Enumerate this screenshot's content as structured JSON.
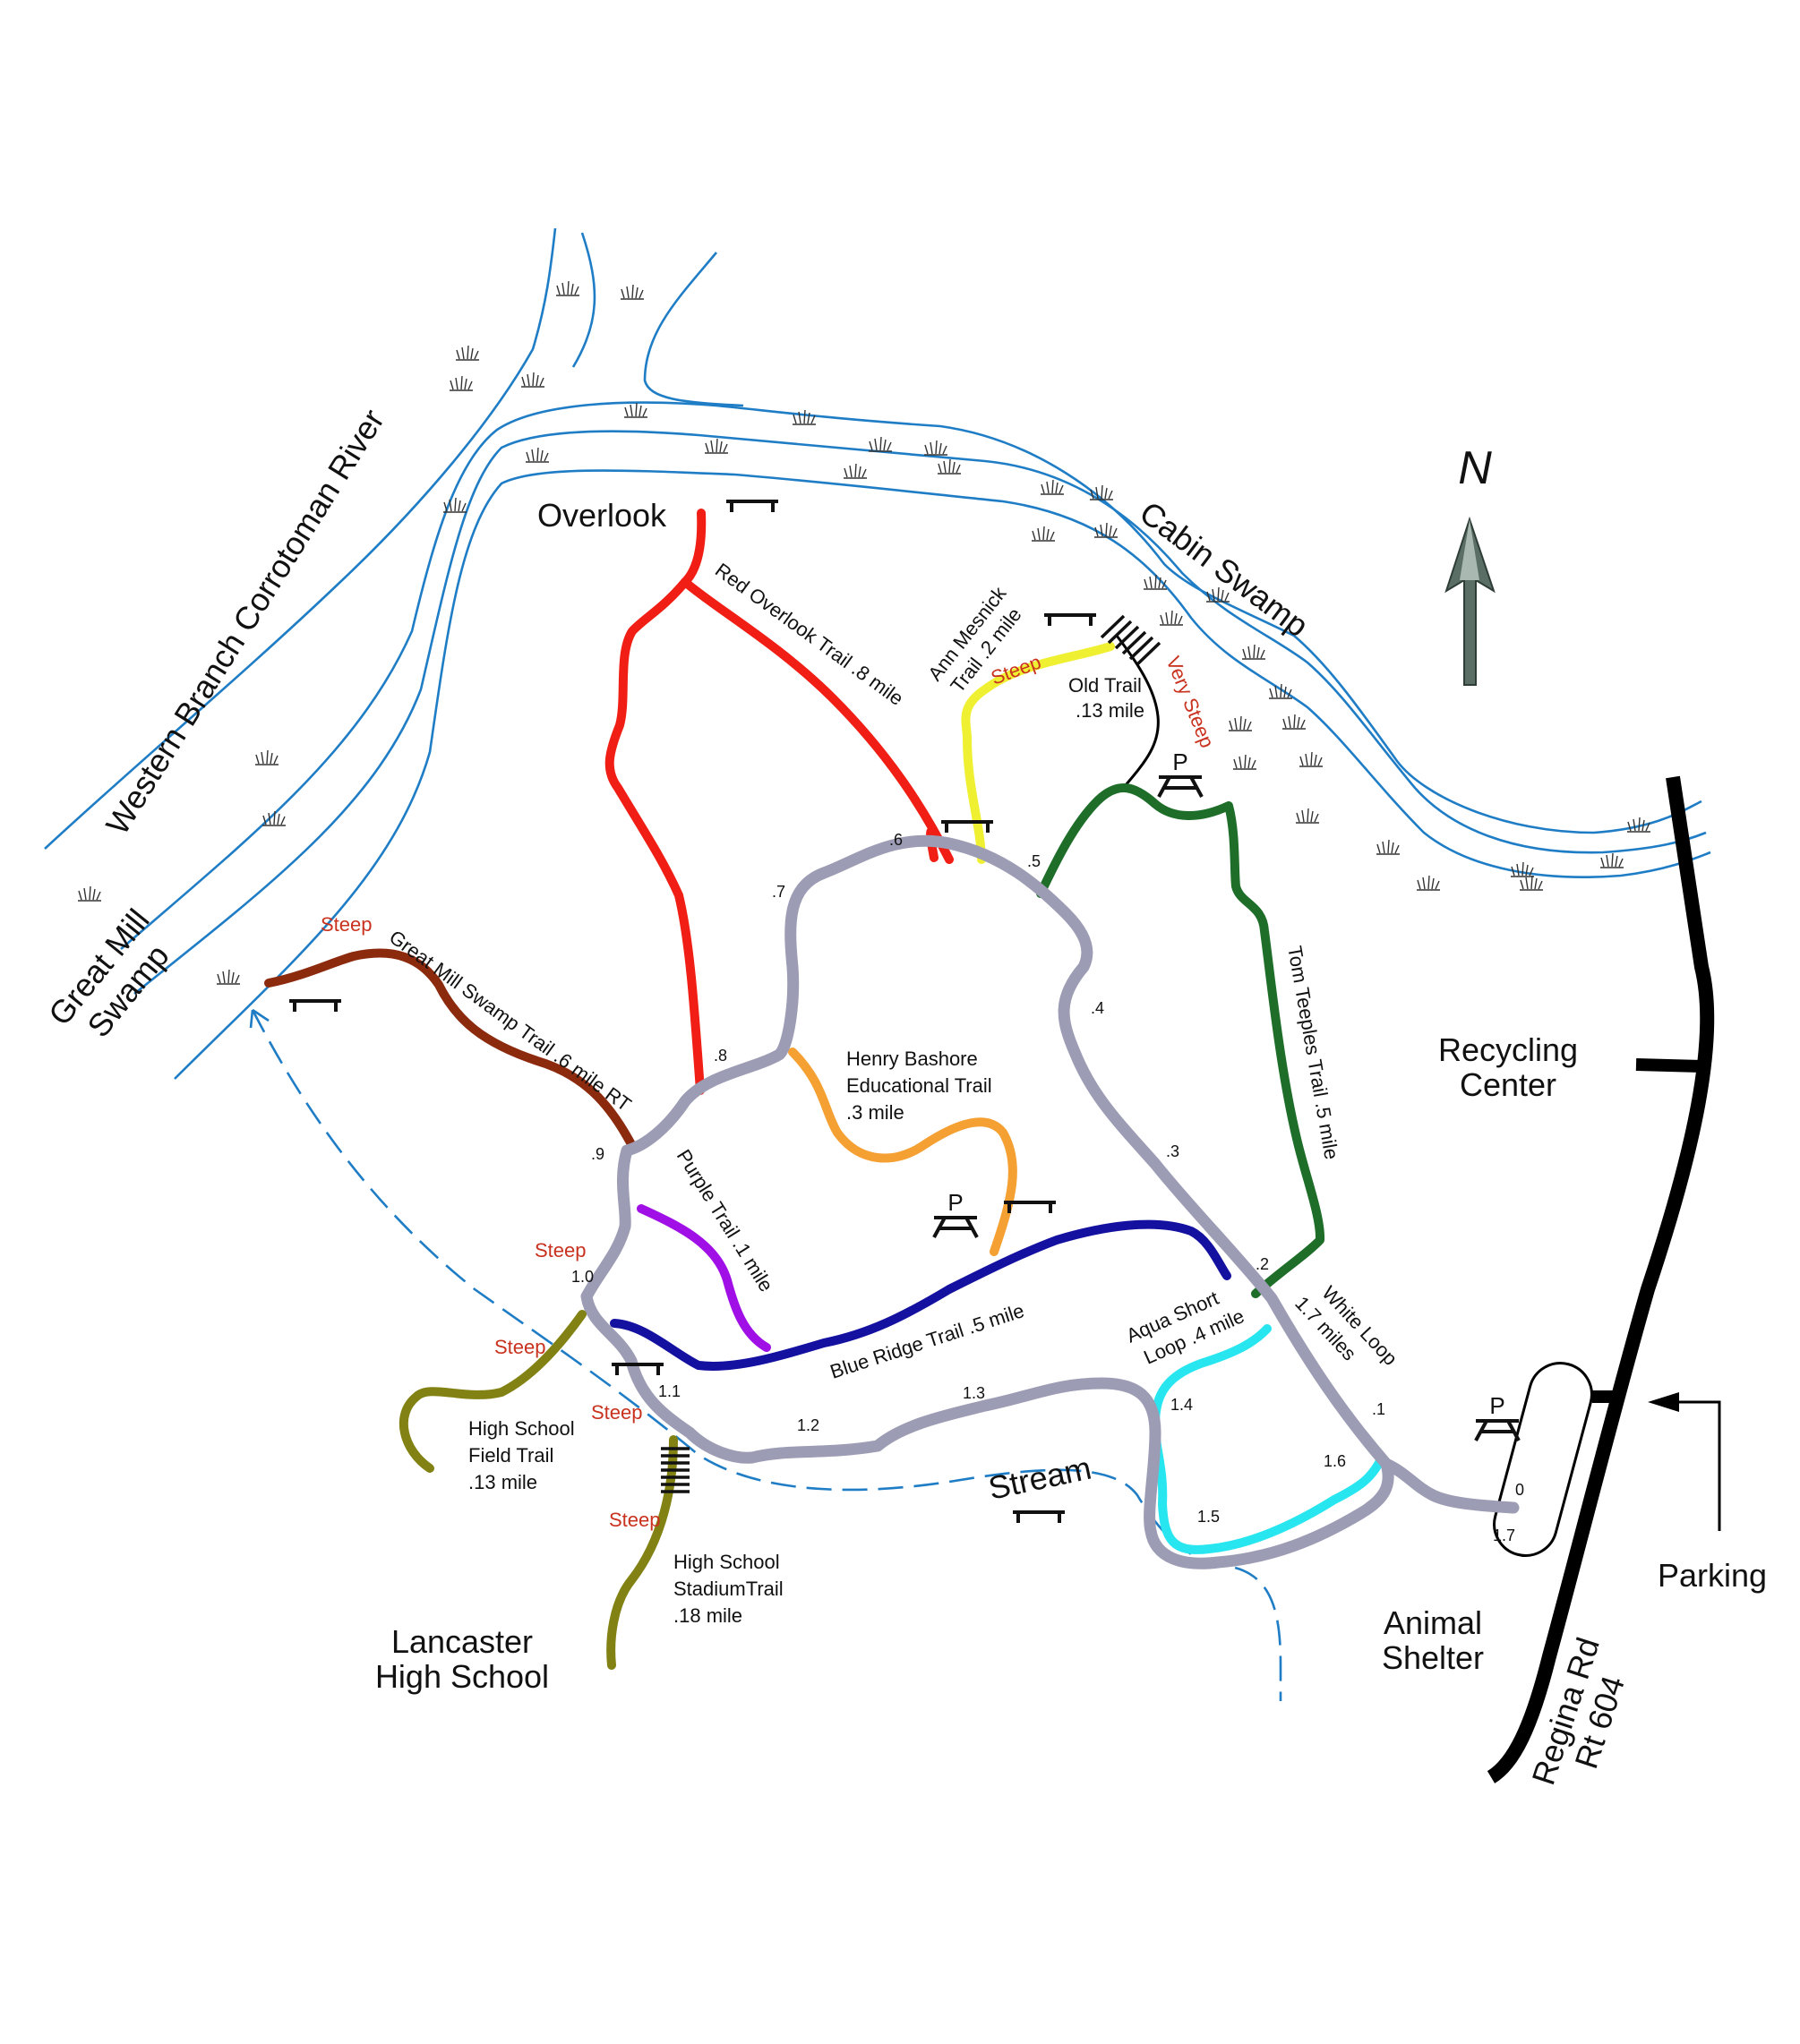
{
  "colors": {
    "water": "#1f7dc6",
    "white_loop": "#9c9cb4",
    "red_overlook": "#f01e14",
    "yellow_mesnick": "#f0f032",
    "old_trail": "#000000",
    "tom_teeples": "#1e6e2a",
    "henry_bashore": "#f5a032",
    "purple": "#a010e6",
    "blue_ridge": "#1410a0",
    "great_mill": "#8c2a0e",
    "aqua": "#28e6f0",
    "high_school": "#828214",
    "road": "#000000",
    "steep_label": "#c8321e"
  },
  "icons": {
    "bench": "bench-icon",
    "picnic": "picnic-table-icon",
    "stairs": "stairs-icon",
    "north": "north-arrow-icon",
    "marsh": "marsh-grass-icon"
  },
  "labels": {
    "north": "N",
    "river": "Western Branch Corrotoman River",
    "cabin_swamp": "Cabin Swamp",
    "great_mill_swamp_1": "Great Mill",
    "great_mill_swamp_2": "Swamp",
    "overlook": "Overlook",
    "recycling_1": "Recycling",
    "recycling_2": "Center",
    "animal_shelter_1": "Animal",
    "animal_shelter_2": "Shelter",
    "lancaster_1": "Lancaster",
    "lancaster_2": "High School",
    "parking": "Parking",
    "road_1": "Regina Rd",
    "road_2": "Rt 604",
    "stream": "Stream",
    "picnic_p": "P"
  },
  "trails": {
    "red_overlook": "Red Overlook Trail  .8 mile",
    "ann_mesnick_1": "Ann Mesnick",
    "ann_mesnick_2": "Trail  .2 mile",
    "old_trail_1": "Old Trail",
    "old_trail_2": ".13 mile",
    "tom_teeples": "Tom Teeples Trail  .5 mile",
    "henry_bashore_1": "Henry Bashore",
    "henry_bashore_2": "Educational Trail",
    "henry_bashore_3": ".3 mile",
    "great_mill": "Great Mill Swamp Trail  .6 mile RT",
    "purple": "Purple Trail  .1 mile",
    "blue_ridge": "Blue Ridge Trail .5 mile",
    "aqua_1": "Aqua Short",
    "aqua_2": "Loop  .4 mile",
    "white_loop_1": "White Loop",
    "white_loop_2": "1.7 miles",
    "hs_field_1": "High School",
    "hs_field_2": "Field Trail",
    "hs_field_3": ".13 mile",
    "hs_stadium_1": "High School",
    "hs_stadium_2": "StadiumTrail",
    "hs_stadium_3": ".18 mile"
  },
  "warnings": {
    "steep": "Steep",
    "very_steep": "Very Steep"
  },
  "mile_markers": {
    "m0": "0",
    "m01": ".1",
    "m02": ".2",
    "m03": ".3",
    "m04": ".4",
    "m05": ".5",
    "m06": ".6",
    "m07": ".7",
    "m08": ".8",
    "m09": ".9",
    "m10": "1.0",
    "m11": "1.1",
    "m12": "1.2",
    "m13": "1.3",
    "m14": "1.4",
    "m15": "1.5",
    "m16": "1.6",
    "m17": "1.7"
  }
}
